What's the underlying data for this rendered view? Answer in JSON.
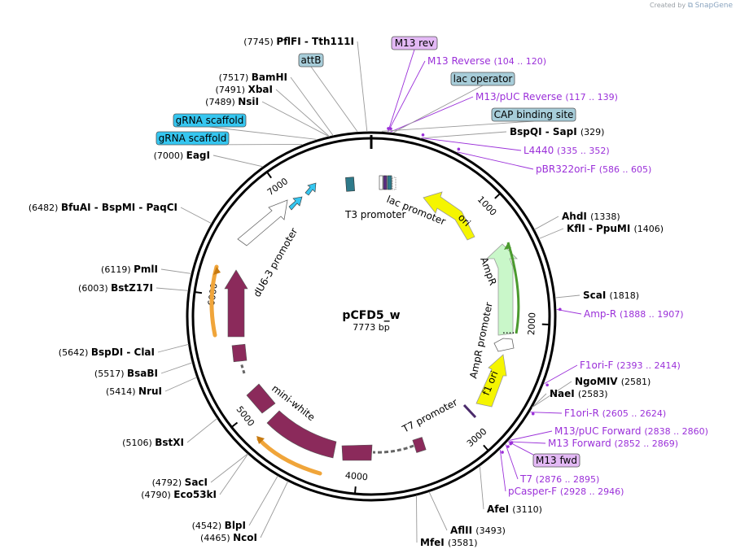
{
  "brand": {
    "created_by": "Created by",
    "app": "SnapGene"
  },
  "map": {
    "name": "pCFD5_w",
    "length_label": "7773 bp",
    "total_bp": 7773
  },
  "ticks": [
    {
      "bp": 1000,
      "label": "1000"
    },
    {
      "bp": 2000,
      "label": "2000"
    },
    {
      "bp": 3000,
      "label": "3000"
    },
    {
      "bp": 4000,
      "label": "4000"
    },
    {
      "bp": 5000,
      "label": "5000"
    },
    {
      "bp": 6000,
      "label": "6000"
    },
    {
      "bp": 7000,
      "label": "7000"
    }
  ],
  "enzymes": [
    {
      "pos": "(7745)",
      "name": "PflFI  -  Tth111I",
      "bp": 7745
    },
    {
      "pos": "(7517)",
      "name": "BamHI",
      "bp": 7517
    },
    {
      "pos": "(7491)",
      "name": "XbaI",
      "bp": 7491
    },
    {
      "pos": "(7489)",
      "name": "NsiI",
      "bp": 7489
    },
    {
      "pos": "(7000)",
      "name": "EagI",
      "bp": 7000
    },
    {
      "pos": "(6482)",
      "name": "BfuAI  -  BspMI  -  PaqCI",
      "bp": 6482
    },
    {
      "pos": "(6119)",
      "name": "PmlI",
      "bp": 6119
    },
    {
      "pos": "(6003)",
      "name": "BstZ17I",
      "bp": 6003
    },
    {
      "pos": "(5642)",
      "name": "BspDI  -  ClaI",
      "bp": 5642
    },
    {
      "pos": "(5517)",
      "name": "BsaBI",
      "bp": 5517
    },
    {
      "pos": "(5414)",
      "name": "NruI",
      "bp": 5414
    },
    {
      "pos": "(5106)",
      "name": "BstXI",
      "bp": 5106
    },
    {
      "pos": "(4792)",
      "name": "SacI",
      "bp": 4792
    },
    {
      "pos": "(4790)",
      "name": "Eco53kI",
      "bp": 4790
    },
    {
      "pos": "(4542)",
      "name": "BlpI",
      "bp": 4542
    },
    {
      "pos": "(4465)",
      "name": "NcoI",
      "bp": 4465
    },
    {
      "pos": "(3581)",
      "name": "MfeI",
      "bp": 3581
    },
    {
      "pos": "(3493)",
      "name": "AflII",
      "bp": 3493
    },
    {
      "pos": "(3110)",
      "name": "AfeI",
      "bp": 3110
    },
    {
      "pos": "(2583)",
      "name": "NaeI",
      "bp": 2583
    },
    {
      "pos": "(2581)",
      "name": "NgoMIV",
      "bp": 2581
    },
    {
      "pos": "(1818)",
      "name": "ScaI",
      "bp": 1818
    },
    {
      "pos": "(1406)",
      "name": "KflI  -  PpuMI",
      "bp": 1406
    },
    {
      "pos": "(1338)",
      "name": "AhdI",
      "bp": 1338
    },
    {
      "pos": "(329)",
      "name": "BspQI  -  SapI",
      "bp": 329
    }
  ],
  "primers": [
    {
      "name": "M13 Reverse",
      "range": "(104 .. 120)",
      "bp": 112
    },
    {
      "name": "M13/pUC Reverse",
      "range": "(117 .. 139)",
      "bp": 128
    },
    {
      "name": "L4440",
      "range": "(335 .. 352)",
      "bp": 343
    },
    {
      "name": "pBR322ori-F",
      "range": "(586 .. 605)",
      "bp": 595
    },
    {
      "name": "Amp-R",
      "range": "(1888 .. 1907)",
      "bp": 1897
    },
    {
      "name": "F1ori-F",
      "range": "(2393 .. 2414)",
      "bp": 2403
    },
    {
      "name": "F1ori-R",
      "range": "(2605 .. 2624)",
      "bp": 2614
    },
    {
      "name": "M13/pUC Forward",
      "range": "(2838 .. 2860)",
      "bp": 2849
    },
    {
      "name": "M13 Forward",
      "range": "(2852 .. 2869)",
      "bp": 2860
    },
    {
      "name": "T7",
      "range": "(2876 .. 2895)",
      "bp": 2885
    },
    {
      "name": "pCasper-F",
      "range": "(2928 .. 2946)",
      "bp": 2937
    }
  ],
  "boxed_labels": [
    {
      "label": "M13 rev",
      "type": "primer",
      "color": "#e3b9f5",
      "bp": 112
    },
    {
      "label": "attB",
      "type": "misc",
      "color": "#a7cdd9",
      "bp": 7680
    },
    {
      "label": "lac operator",
      "type": "misc",
      "color": "#a7cdd9",
      "bp": 150
    },
    {
      "label": "CAP binding site",
      "type": "misc",
      "color": "#a7cdd9",
      "bp": 70
    },
    {
      "label": "gRNA scaffold",
      "type": "feature",
      "color": "#35c6f0",
      "bp": 7400
    },
    {
      "label": "gRNA scaffold",
      "type": "feature",
      "color": "#35c6f0",
      "bp": 7300
    },
    {
      "label": "M13 fwd",
      "type": "primer",
      "color": "#e3b9f5",
      "bp": 2860
    }
  ],
  "features": [
    {
      "name": "ori",
      "color": "#f5f500"
    },
    {
      "name": "AmpR",
      "color": "#c9f7c9"
    },
    {
      "name": "AmpR promoter",
      "color": "#ffffff"
    },
    {
      "name": "f1 ori",
      "color": "#f5f500"
    },
    {
      "name": "T7 promoter",
      "color": "#ffffff"
    },
    {
      "name": "mini-white",
      "color": "#8b2a5b"
    },
    {
      "name": "dU6-3 promoter",
      "color": "#ffffff"
    },
    {
      "name": "T3 promoter",
      "color": "#ffffff"
    },
    {
      "name": "lac promoter",
      "color": "#ffffff"
    }
  ],
  "colors": {
    "backbone": "#000000",
    "enzyme_line": "#999999",
    "primer": "#9b30d9",
    "mini_white": "#8b2a5b",
    "ori": "#f5f500",
    "ampr": "#c9f7c9",
    "grna": "#35c6f0",
    "orange_orf": "#f0a53a",
    "green_orf": "#4b9a2e",
    "attb_feature": "#2e7a8a"
  }
}
